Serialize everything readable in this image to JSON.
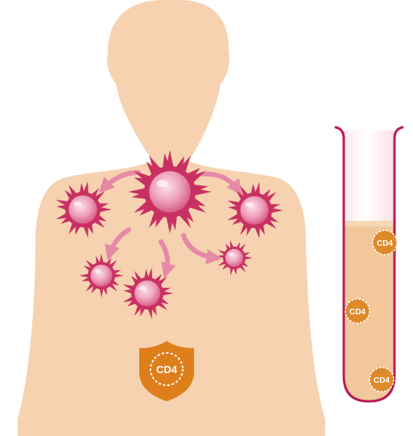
{
  "colors": {
    "skin": "#f6d2b0",
    "virus_outer": "#c93062",
    "virus_inner": "#f0a0bb",
    "arrow": "#e58aa6",
    "shield": "#de7f1c",
    "tube_outline": "#b81e55",
    "tube_glass": "#fbe3e6",
    "tube_liquid": "#f2c89a",
    "cell": "#de8a2b"
  },
  "shield_label": "CD4",
  "tube_cells": [
    {
      "label": "CD4"
    },
    {
      "label": "CD4"
    },
    {
      "label": "CD4"
    }
  ],
  "icons": {
    "virus": "virus-icon",
    "shield": "shield-icon",
    "tube": "test-tube-icon",
    "arrow": "spread-arrow-icon"
  }
}
